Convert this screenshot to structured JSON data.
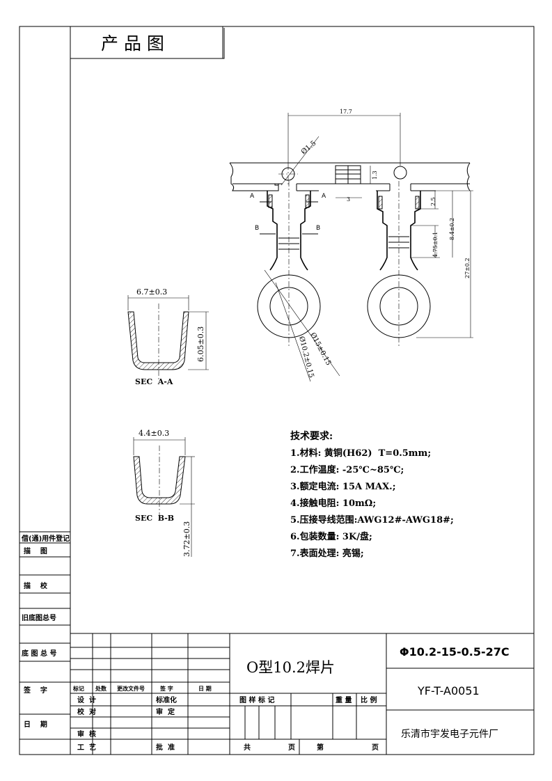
{
  "header": {
    "title": "产 品 图"
  },
  "dimensions": {
    "width_17_7": "17.7",
    "hole_1_5": "Ø1.5",
    "pitch_1_3": "1.3",
    "pitch_3": "3",
    "h_2_5": "2.5",
    "h_8_4": "8.4±0.2",
    "h_4_75": "4.75±0.1",
    "h_27": "27±0.2",
    "ring_outer": "Ø15±0.15",
    "ring_inner": "Ø10.2±0.15",
    "sec_a_width": "6.7±0.3",
    "sec_a_height": "6.05±0.3",
    "sec_b_width": "4.4±0.3",
    "sec_b_height": "3.72±0.3"
  },
  "sections": {
    "a_label": "SEC  A-A",
    "b_label": "SEC  B-B",
    "mark_a": "A",
    "mark_b": "B"
  },
  "requirements": {
    "heading": "技术要求:",
    "items": [
      "1.材料: 黄铜(H62)  T=0.5mm;",
      "2.工作温度: -25℃~85℃;",
      "3.额定电流: 15A MAX.;",
      "4.接触电阻: 10mΩ;",
      "5.压接导线范围:AWG12#-AWG18#;",
      "6.包装数量: 3K/盘;",
      "7.表面处理: 亮锡;"
    ]
  },
  "sidebar": {
    "items": [
      "借(通)用件登记",
      "描    图",
      "描    校",
      "旧底图总号",
      "底 图 总 号",
      "签    字",
      "日    期"
    ]
  },
  "title_block": {
    "name": "O型10.2焊片",
    "spec": "Φ10.2-15-0.5-27C",
    "drawing_no": "YF-T-A0051",
    "company": "乐清市宇发电子元件厂",
    "hdr": [
      "标记",
      "处数",
      "更改文件号",
      "签 字",
      "日 期"
    ],
    "row_labels_left": [
      "设  计",
      "校  对",
      "审  核",
      "工  艺"
    ],
    "row_labels_mid": [
      "标准化",
      "审  定",
      "批  准"
    ],
    "right_hdr": [
      "图 样 标 记",
      "重 量",
      "比 例"
    ],
    "total": "共",
    "page_of": "页",
    "sheet": "第",
    "page": "页"
  }
}
